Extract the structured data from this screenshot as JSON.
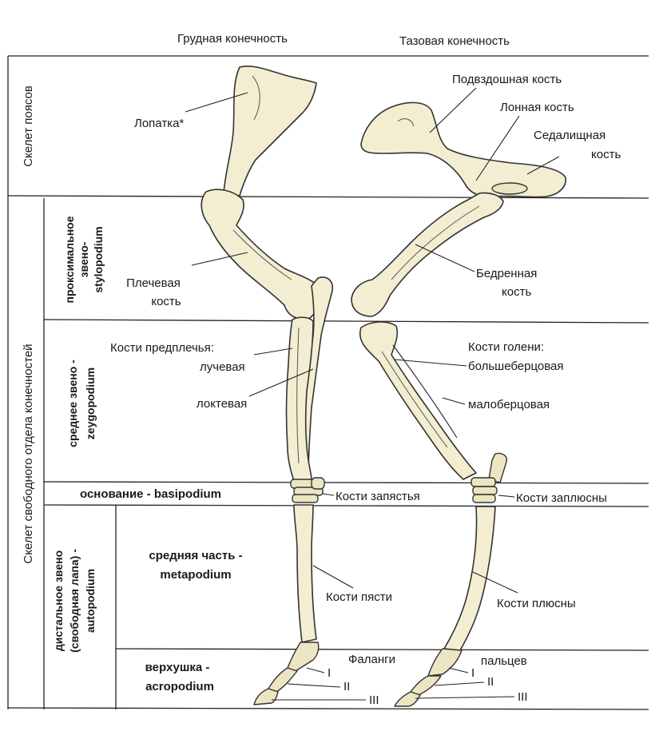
{
  "headers": {
    "thoracic": "Грудная конечность",
    "pelvic": "Тазовая конечность"
  },
  "side": {
    "girdle": "Скелет поясов",
    "free_limb_1": "Скелет   свободного   отдела   конечностей",
    "proximal_1": "проксимальное",
    "proximal_2": "звено-",
    "proximal_3": "stylopodium",
    "middle_1": "среднее звено -",
    "middle_2": "zeygopodium",
    "distal_1": "дистальное звено",
    "distal_2": "(свободная лапа) -",
    "distal_3": "autopodium"
  },
  "sections": {
    "basipodium": "основание - basipodium",
    "metapodium_1": "средняя часть -",
    "metapodium_2": "metapodium",
    "acropodium_1": "верхушка -",
    "acropodium_2": "acropodium"
  },
  "labels": {
    "scapula": "Лопатка*",
    "ilium": "Подвздошная кость",
    "pubis": "Лонная кость",
    "ischium_1": "Седалищная",
    "ischium_2": "кость",
    "humerus_1": "Плечевая",
    "humerus_2": "кость",
    "femur_1": "Бедренная",
    "femur_2": "кость",
    "forearm_1": "Кости предплечья:",
    "forearm_2": "лучевая",
    "ulna": "локтевая",
    "shin_1": "Кости голени:",
    "shin_2": "большеберцовая",
    "fibula": "малоберцовая",
    "carpus": "Кости запястья",
    "tarsus": "Кости заплюсны",
    "metacarpus": "Кости пясти",
    "metatarsus": "Кости плюсны",
    "phalanges_1": "Фаланги",
    "phalanges_2": "пальцев",
    "ph1": "I",
    "ph2": "II",
    "ph3": "III",
    "ph1b": "I",
    "ph2b": "II",
    "ph3b": "III"
  }
}
